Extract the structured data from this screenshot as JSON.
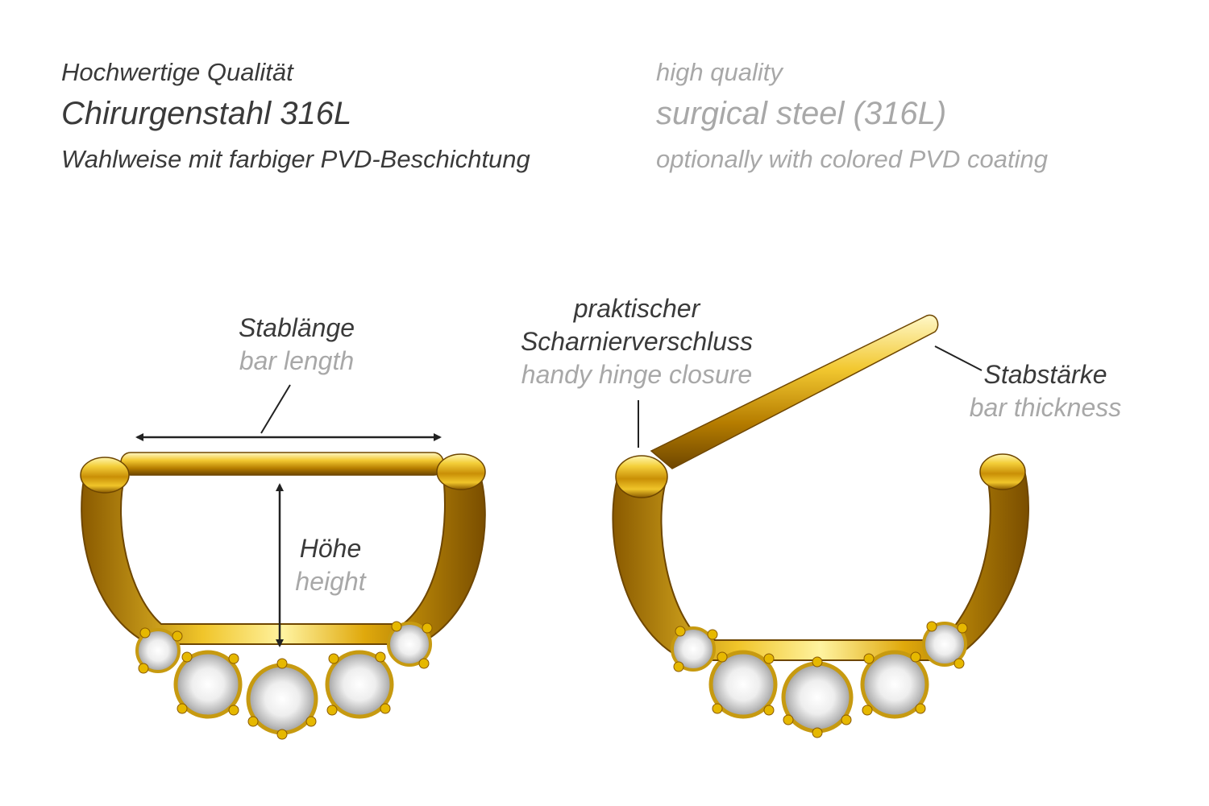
{
  "header": {
    "de": {
      "line1": "Hochwertige Qualität",
      "line2": "Chirurgenstahl 316L",
      "line3": "Wahlweise mit farbiger PVD-Beschichtung"
    },
    "en": {
      "line1": "high quality",
      "line2": "surgical steel (316L)",
      "line3": "optionally with colored PVD coating"
    }
  },
  "annotations": {
    "bar_length": {
      "de": "Stablänge",
      "en": "bar length"
    },
    "height": {
      "de": "Höhe",
      "en": "height"
    },
    "hinge": {
      "de_line1": "praktischer",
      "de_line2": "Scharnierverschluss",
      "en": "handy hinge closure"
    },
    "thickness": {
      "de": "Stabstärke",
      "en": "bar thickness"
    }
  },
  "colors": {
    "text_primary": "#3a3a3a",
    "text_secondary": "#a8a8a8",
    "gold_light": "#fff3a0",
    "gold_mid": "#e6b800",
    "gold_dark": "#8a5a00",
    "line": "#222222"
  }
}
